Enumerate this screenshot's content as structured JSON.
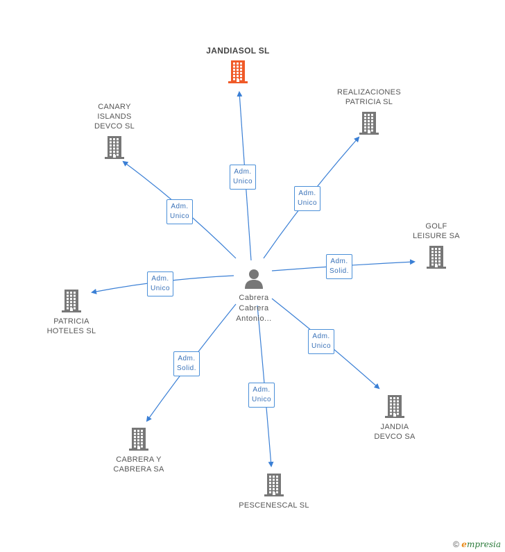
{
  "center": {
    "name": "Cabrera\nCabrera\nAntonio..."
  },
  "companies": [
    {
      "id": "jandiasol",
      "name": "JANDIASOL SL",
      "highlight": true
    },
    {
      "id": "canary",
      "name": "CANARY\nISLANDS\nDEVCO SL"
    },
    {
      "id": "realizaciones",
      "name": "REALIZACIONES\nPATRICIA SL"
    },
    {
      "id": "golf",
      "name": "GOLF\nLEISURE SA"
    },
    {
      "id": "patricia",
      "name": "PATRICIA\nHOTELES SL"
    },
    {
      "id": "jandia",
      "name": "JANDIA\nDEVCO SA"
    },
    {
      "id": "cabrera",
      "name": "CABRERA Y\nCABRERA SA"
    },
    {
      "id": "pescenescal",
      "name": "PESCENESCAL SL"
    }
  ],
  "relations": [
    {
      "to": "jandiasol",
      "label": "Adm.\nUnico"
    },
    {
      "to": "canary",
      "label": "Adm.\nUnico"
    },
    {
      "to": "realizaciones",
      "label": "Adm.\nUnico"
    },
    {
      "to": "golf",
      "label": "Adm.\nSolid."
    },
    {
      "to": "patricia",
      "label": "Adm.\nUnico"
    },
    {
      "to": "jandia",
      "label": "Adm.\nUnico"
    },
    {
      "to": "cabrera",
      "label": "Adm.\nSolid."
    },
    {
      "to": "pescenescal",
      "label": "Adm.\nUnico"
    }
  ],
  "colors": {
    "edge": "#3a7fd5",
    "building": "#777777",
    "highlight": "#f05a28"
  },
  "footer": {
    "copyright": "©",
    "brand_e": "e",
    "brand_rest": "mpresia"
  }
}
